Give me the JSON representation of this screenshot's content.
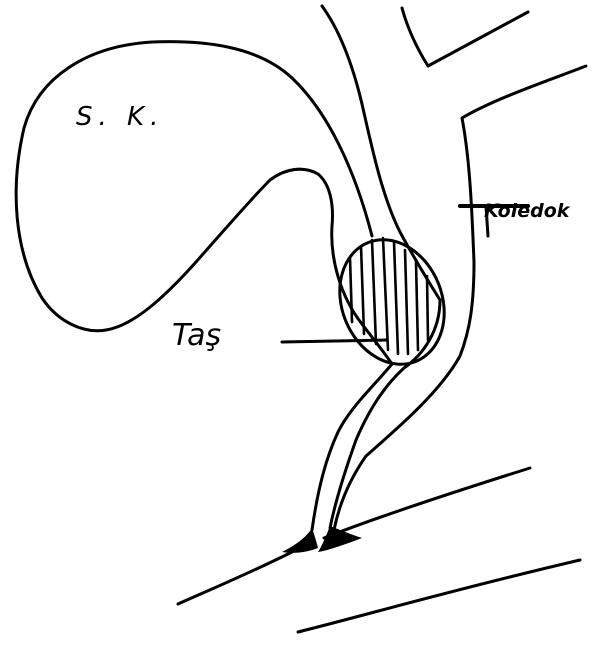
{
  "labels": {
    "gallbladder": "S. K.",
    "stone": "Taş",
    "duct": "Koledok"
  }
}
